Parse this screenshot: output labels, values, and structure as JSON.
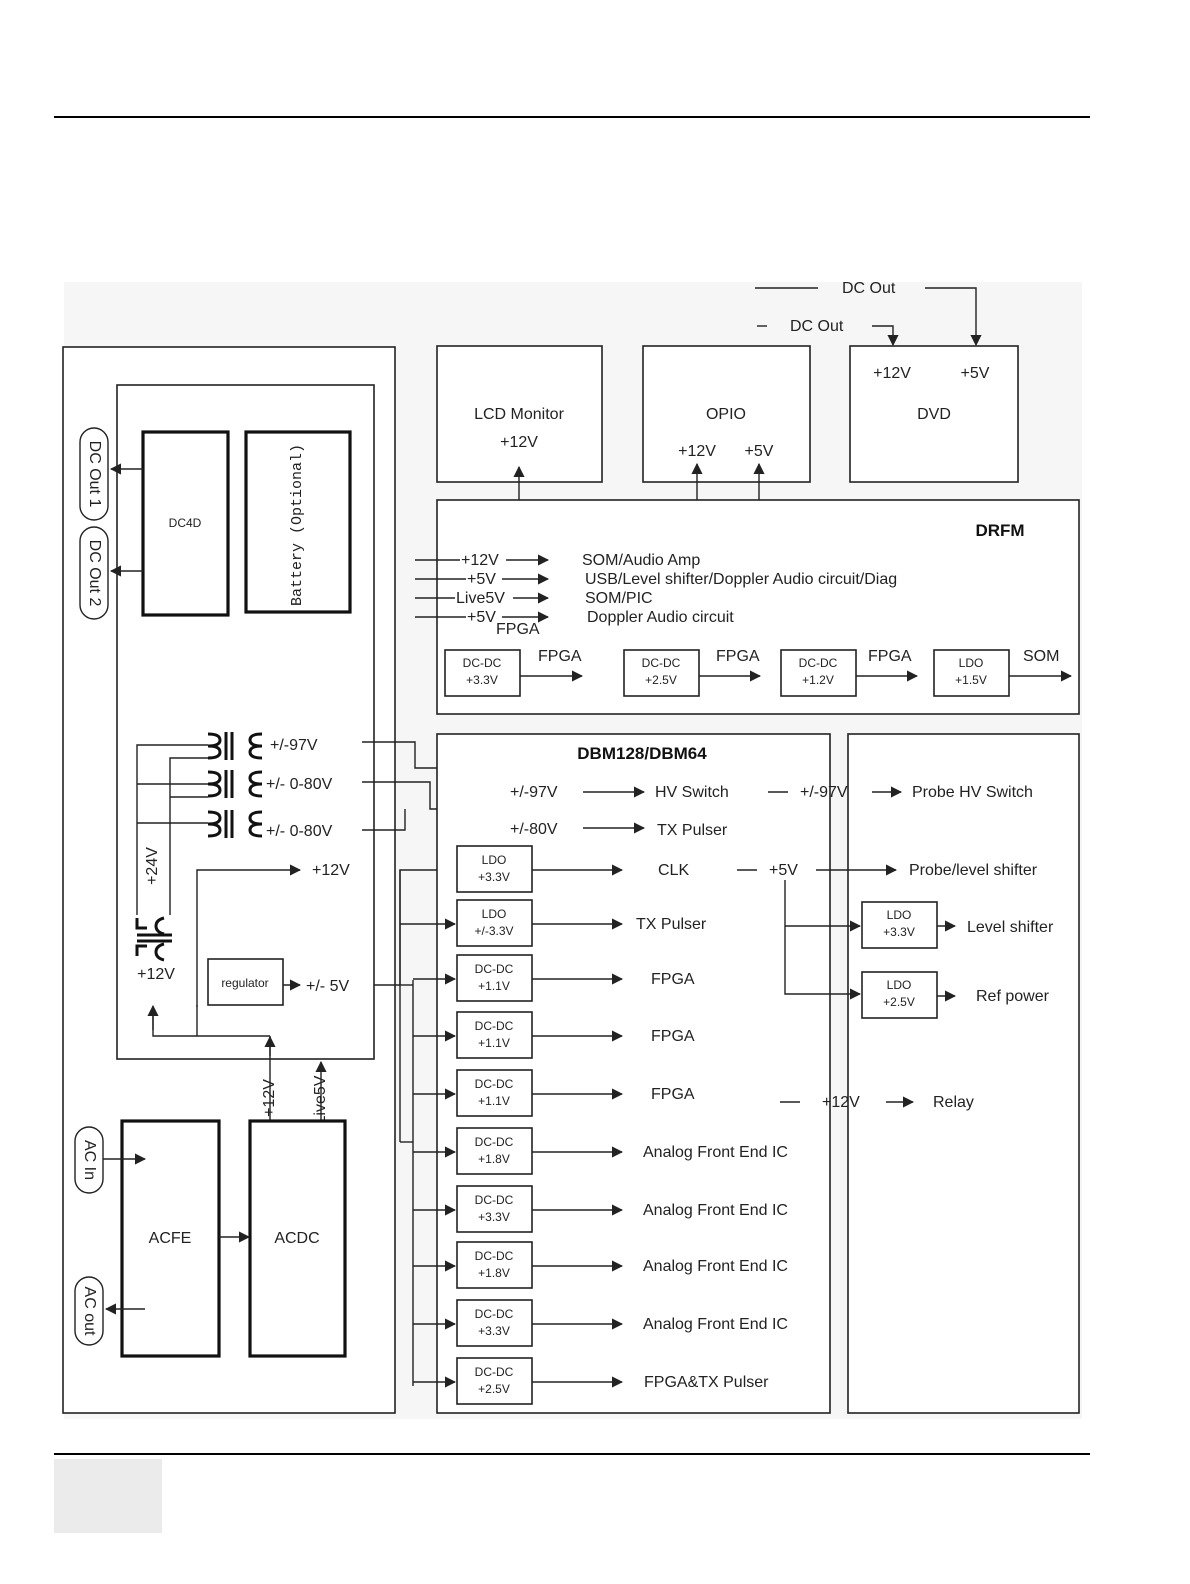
{
  "top_dc": {
    "dc_out_a": "DC Out",
    "dc_out_b": "DC Out"
  },
  "lcd": {
    "title": "LCD Monitor",
    "v12": "+12V"
  },
  "opio": {
    "title": "OPIO",
    "v12": "+12V",
    "v5": "+5V"
  },
  "dvd": {
    "title": "DVD",
    "v12": "+12V",
    "v5": "+5V"
  },
  "drfm": {
    "title": "DRFM",
    "rails": [
      {
        "label": "+12V",
        "desc": "SOM/Audio Amp"
      },
      {
        "label": "+5V",
        "desc": "USB/Level shifter/Doppler Audio circuit/Diag"
      },
      {
        "label": "Live5V",
        "desc": "SOM/PIC"
      },
      {
        "label": "+5V",
        "desc": "Doppler Audio circuit"
      }
    ],
    "fpga_note": "FPGA",
    "regulators": [
      {
        "type": "DC-DC",
        "v": "+3.3V",
        "out": "FPGA"
      },
      {
        "type": "DC-DC",
        "v": "+2.5V",
        "out": "FPGA"
      },
      {
        "type": "DC-DC",
        "v": "+1.2V",
        "out": "FPGA"
      },
      {
        "type": "LDO",
        "v": "+1.5V",
        "out": "SOM"
      }
    ]
  },
  "power": {
    "dc_out_1": "DC Out 1",
    "dc_out_2": "DC Out 2",
    "dc4d": "DC4D",
    "battery": "Battery (Optional)",
    "tx1": "+/-97V",
    "tx2": "+/- 0-80V",
    "tx3": "+/- 0-80V",
    "v24": "+24V",
    "v12_left": "+12V",
    "v12_out": "+12V",
    "regulator": "regulator",
    "pm5": "+/- 5V",
    "ac_in": "AC In",
    "ac_out": "AC out",
    "acfe": "ACFE",
    "acdc": "ACDC",
    "acdc_12": "+12V",
    "acdc_live5": "Live5V"
  },
  "dbm": {
    "title": "DBM128/DBM64",
    "hv_in": "+/-97V",
    "hv_out": "HV Switch",
    "tx_in": "+/-80V",
    "tx_out": "TX Pulser",
    "rows": [
      {
        "type": "LDO",
        "v": "+3.3V",
        "out": "CLK"
      },
      {
        "type": "LDO",
        "v": "+/-3.3V",
        "out": "TX Pulser"
      },
      {
        "type": "DC-DC",
        "v": "+1.1V",
        "out": "FPGA"
      },
      {
        "type": "DC-DC",
        "v": "+1.1V",
        "out": "FPGA"
      },
      {
        "type": "DC-DC",
        "v": "+1.1V",
        "out": "FPGA"
      },
      {
        "type": "DC-DC",
        "v": "+1.8V",
        "out": "Analog Front End IC"
      },
      {
        "type": "DC-DC",
        "v": "+3.3V",
        "out": "Analog Front End IC"
      },
      {
        "type": "DC-DC",
        "v": "+1.8V",
        "out": "Analog Front End IC"
      },
      {
        "type": "DC-DC",
        "v": "+3.3V",
        "out": "Analog Front End IC"
      },
      {
        "type": "DC-DC",
        "v": "+2.5V",
        "out": "FPGA&TX Pulser"
      }
    ]
  },
  "probe": {
    "hv_v": "+/-97V",
    "hv_out": "Probe HV Switch",
    "v5": "+5V",
    "level_out": "Probe/level shifter",
    "ldo1_type": "LDO",
    "ldo1_v": "+3.3V",
    "ldo1_out": "Level shifter",
    "ldo2_type": "LDO",
    "ldo2_v": "+2.5V",
    "ldo2_out": "Ref power",
    "v12": "+12V",
    "relay": "Relay"
  }
}
